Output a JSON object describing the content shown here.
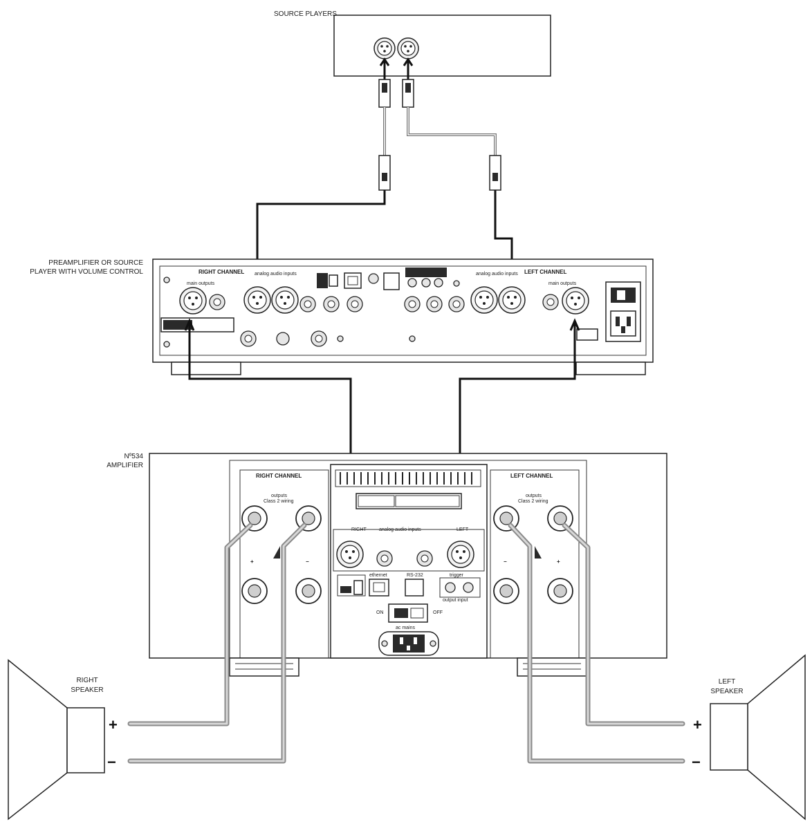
{
  "labels": {
    "source_players": "SOURCE PLAYERS",
    "preamp_line1": "PREAMPLIFIER OR SOURCE",
    "preamp_line2": "PLAYER WITH VOLUME CONTROL",
    "amp_line1": "Nº534",
    "amp_line2": "AMPLIFIER",
    "right_speaker_line1": "RIGHT",
    "right_speaker_line2": "SPEAKER",
    "left_speaker_line1": "LEFT",
    "left_speaker_line2": "SPEAKER"
  },
  "preamp_panel": {
    "right_channel": "RIGHT CHANNEL",
    "left_channel": "LEFT CHANNEL",
    "main_outputs": "main outputs",
    "analog_audio_inputs": "analog audio inputs"
  },
  "amp_panel": {
    "right_channel": "RIGHT CHANNEL",
    "left_channel": "LEFT CHANNEL",
    "outputs": "outputs",
    "wiring_note": "Class 2 wiring",
    "analog_audio_inputs": "analog audio inputs",
    "right_input": "RIGHT",
    "left_input": "LEFT",
    "ethernet": "ethernet",
    "rs232": "RS-232",
    "trigger": "trigger",
    "trigger_io": "output  input",
    "on": "ON",
    "off": "OFF",
    "ac_mains": "ac mains"
  },
  "terminals": {
    "plus": "+",
    "minus": "−"
  },
  "colors": {
    "cable": "#111111",
    "speaker_wire": "#8a8a8a",
    "outline": "#222222"
  }
}
